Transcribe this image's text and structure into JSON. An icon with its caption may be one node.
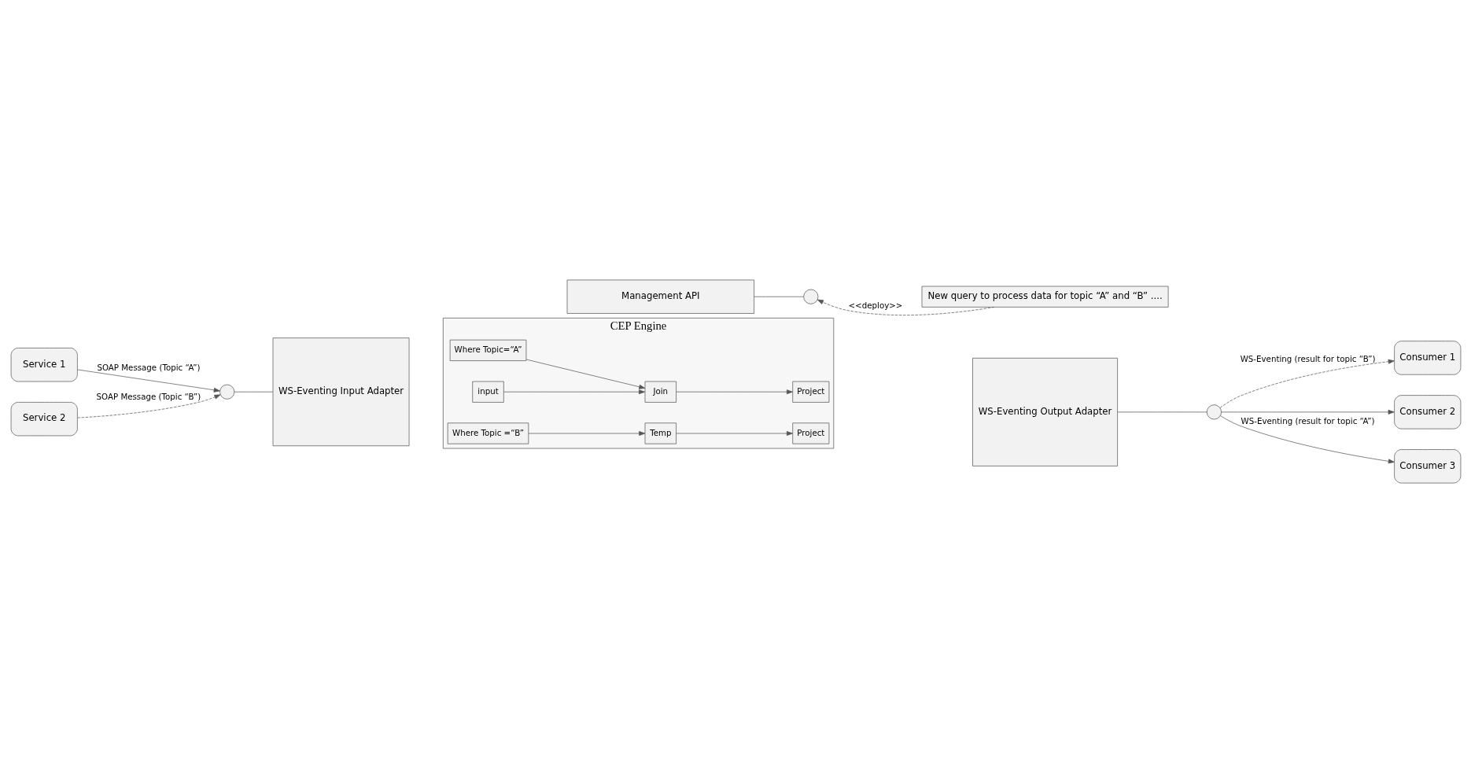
{
  "diagram": {
    "nodes": [
      {
        "text": [
          "Service 1"
        ]
      },
      {
        "text": [
          "Service 2"
        ]
      },
      {
        "text": [],
        "shape": "circle"
      },
      {
        "text": [
          "WS-Eventing Input Adapter"
        ]
      },
      {
        "text": [
          "CEP Engine"
        ]
      },
      {
        "text": [
          "Where Topic=“A”"
        ],
        "in": 4
      },
      {
        "text": [
          "Join"
        ],
        "in": 4
      },
      {
        "text": [
          "Project"
        ],
        "in": 4
      },
      {
        "text": [
          "input"
        ],
        "in": 4
      },
      {
        "text": [
          "Where Topic =“B”"
        ],
        "in": 4
      },
      {
        "text": [
          "Temp"
        ],
        "in": 4
      },
      {
        "text": [
          "Project"
        ],
        "in": 4
      },
      {
        "text": [
          "WS-Eventing Output Adapter"
        ]
      },
      {
        "text": [
          "Management API"
        ]
      },
      {
        "text": [],
        "shape": "circle"
      },
      {
        "text": [
          "Consumer 1"
        ]
      },
      {
        "text": [
          "Consumer 2"
        ]
      },
      {
        "text": [
          "Consumer 3"
        ]
      },
      {
        "text": [],
        "shape": "circle"
      },
      {
        "text": [
          "New query to process data for topic “A” and “B” ...."
        ]
      }
    ],
    "edges": [
      {
        "from": 0,
        "to": 2,
        "arrow": "to",
        "label": "SOAP Message (Topic “A”)"
      },
      {
        "from": 1,
        "to": 2,
        "arrow": "to",
        "label": "SOAP Message (Topic “B”)",
        "style": "dashed"
      },
      {
        "from": 2,
        "to": 3,
        "arrow": "none"
      },
      {
        "from": 5,
        "to": 6,
        "arrow": "to"
      },
      {
        "from": 6,
        "to": 7,
        "arrow": "to"
      },
      {
        "from": 8,
        "to": 6,
        "arrow": "to"
      },
      {
        "from": 9,
        "to": 10,
        "arrow": "to"
      },
      {
        "from": 10,
        "to": 11,
        "arrow": "to"
      },
      {
        "from": 12,
        "to": 14,
        "arrow": "none"
      },
      {
        "from": 14,
        "to": 15,
        "arrow": "to",
        "label": "WS-Eventing (result for topic “B”)",
        "style": "dashed"
      },
      {
        "from": 14,
        "to": 16,
        "arrow": "to"
      },
      {
        "from": 14,
        "to": 17,
        "arrow": "to",
        "label": "WS-Eventing (result for topic “A”)"
      },
      {
        "from": 13,
        "to": 18,
        "arrow": "none"
      },
      {
        "from": 19,
        "to": 18,
        "arrow": "to",
        "label": "<<deploy>>",
        "style": "dashed"
      }
    ]
  }
}
